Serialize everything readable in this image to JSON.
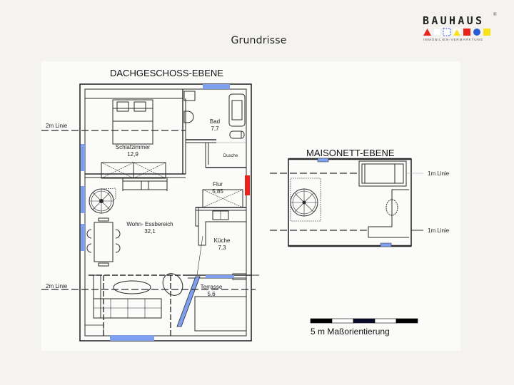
{
  "page": {
    "title": "Grundrisse"
  },
  "logo": {
    "wordmark": "BAUHAUS",
    "registered": "®",
    "tagline": "IMMOBILIEN-VERMARKTUNG",
    "shape_colors": [
      "#e8231c",
      "#ffffff",
      "#2a5cd6",
      "#f7e21b",
      "#e8231c",
      "#2a5cd6",
      "#f7e21b"
    ]
  },
  "colors": {
    "background": "#f4f3f0",
    "panel": "#fbfbfa",
    "wall": "#2b2b2b",
    "window": "#7f9ff0",
    "door_red": "#e8231c"
  },
  "dachgeschoss": {
    "heading": "DACHGESCHOSS-EBENE",
    "line_label_top": "2m Linie",
    "line_label_bottom": "2m Linie",
    "rooms": {
      "schlafzimmer": {
        "name": "Schlafzimmer",
        "area": "12,9"
      },
      "bad": {
        "name": "Bad",
        "area": "7,7"
      },
      "dusche": {
        "name": "Dusche"
      },
      "flur": {
        "name": "Flur",
        "area": "5,85"
      },
      "wohn": {
        "name": "Wohn- Essbereich",
        "area": "32,1"
      },
      "kueche": {
        "name": "Küche",
        "area": "7,3"
      },
      "terrasse": {
        "name": "Terrasse",
        "area": "5,6"
      }
    }
  },
  "maisonett": {
    "heading": "MAISONETT-EBENE",
    "line_label_top": "1m Linie",
    "line_label_bottom": "1m Linie"
  },
  "scale": {
    "label": "5 m Maßorientierung",
    "segments": [
      "#000000",
      "#ffffff",
      "#0a0a2a",
      "#ffffff",
      "#000000"
    ]
  }
}
